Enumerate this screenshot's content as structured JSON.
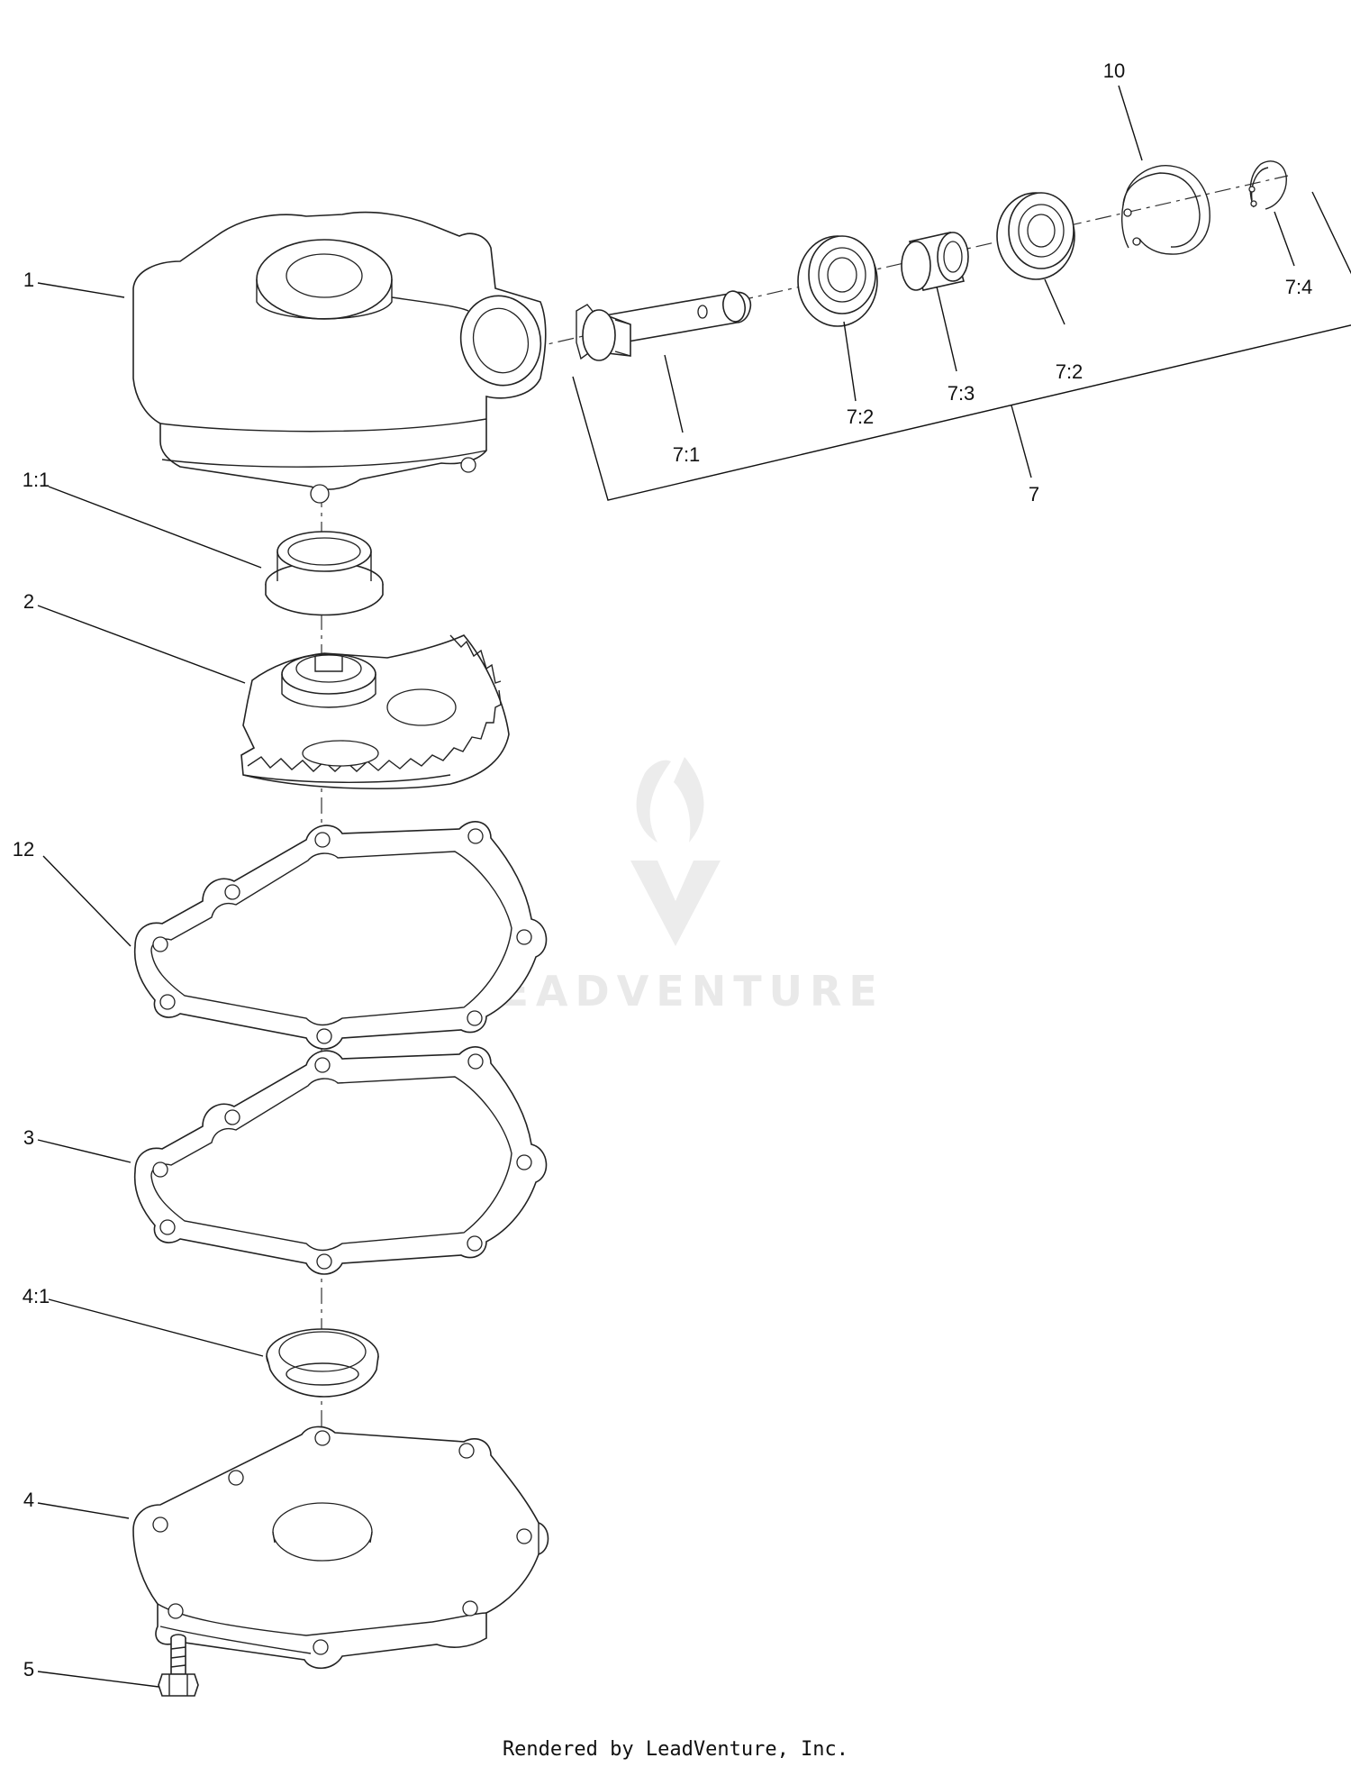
{
  "callouts": {
    "c1": "1",
    "c1_1": "1:1",
    "c2": "2",
    "c12": "12",
    "c3": "3",
    "c4_1": "4:1",
    "c4": "4",
    "c5": "5",
    "c7": "7",
    "c7_1": "7:1",
    "c7_2a": "7:2",
    "c7_3": "7:3",
    "c7_2b": "7:2",
    "c7_4": "7:4",
    "c10": "10"
  },
  "watermark": {
    "text": "LEADVENTURE",
    "logo_icon": "flame-v-logo-icon"
  },
  "footer": {
    "credit": "Rendered by LeadVenture, Inc."
  },
  "colors": {
    "line": "#222222",
    "background": "#ffffff",
    "watermark": "#e9e9e9"
  }
}
